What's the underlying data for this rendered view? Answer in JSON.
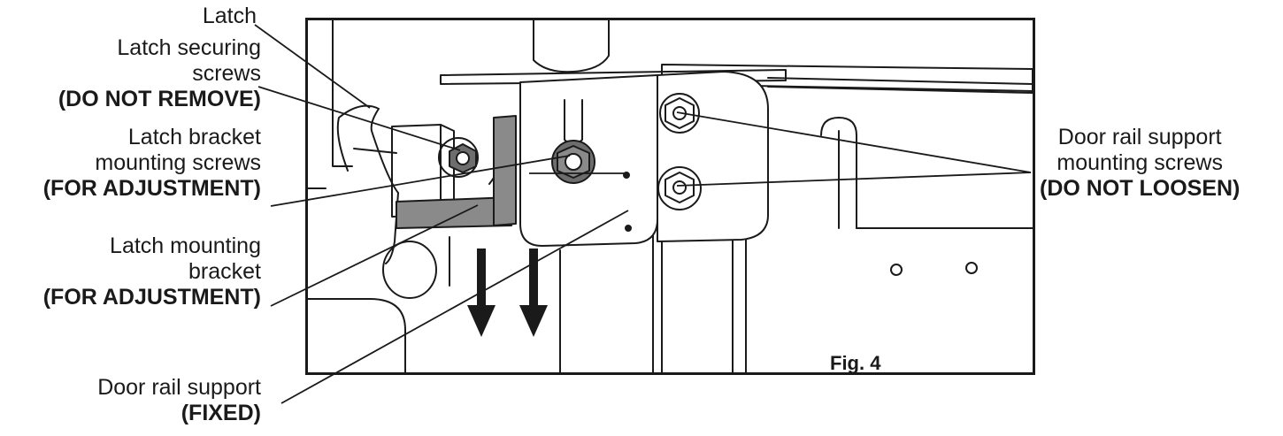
{
  "labels": {
    "latch": "Latch",
    "latch_securing_1": "Latch securing",
    "latch_securing_2": "screws",
    "latch_securing_note": "(DO NOT REMOVE)",
    "latch_bracket_screws_1": "Latch bracket",
    "latch_bracket_screws_2": "mounting screws",
    "latch_bracket_screws_note": "(FOR ADJUSTMENT)",
    "latch_mounting_bracket_1": "Latch mounting",
    "latch_mounting_bracket_2": "bracket",
    "latch_mounting_bracket_note": "(FOR ADJUSTMENT)",
    "door_rail_support_1": "Door rail support",
    "door_rail_support_note": "(FIXED)",
    "door_rail_screws_1": "Door rail support",
    "door_rail_screws_2": "mounting screws",
    "door_rail_screws_note": "(DO NOT LOOSEN)"
  },
  "figure": {
    "caption": "Fig. 4"
  },
  "colors": {
    "ink": "#1a1a1a",
    "bracket_shade": "#8a8a8a",
    "screw_shade": "#6d6d6d"
  }
}
